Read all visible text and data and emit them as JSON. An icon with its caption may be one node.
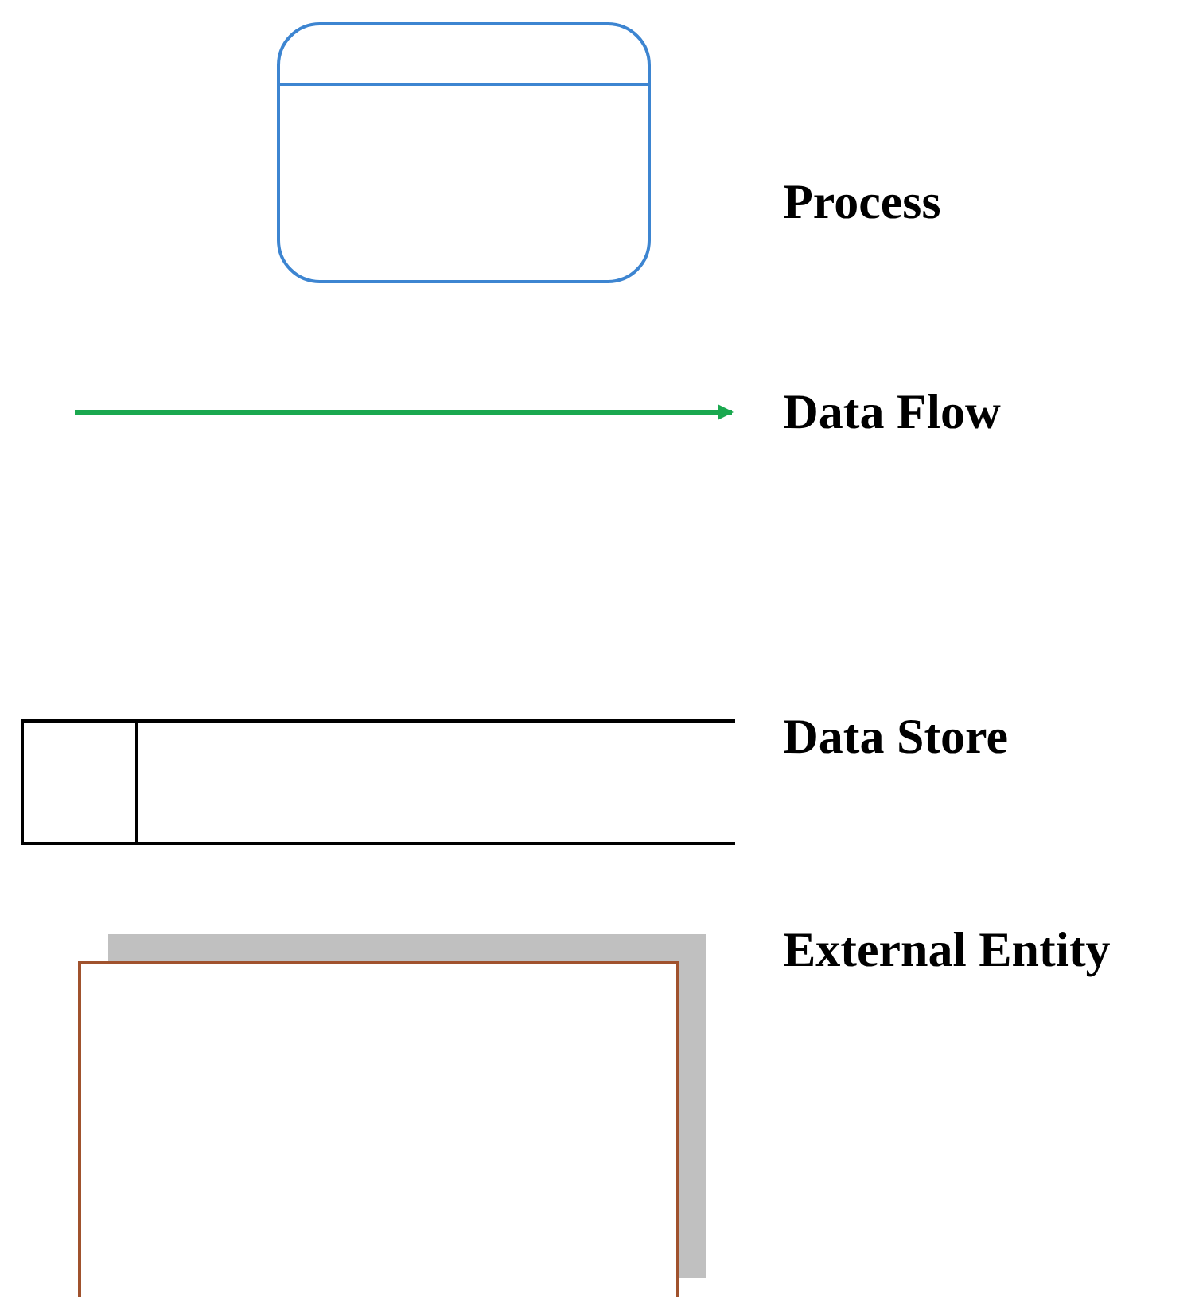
{
  "diagram": {
    "legend": [
      {
        "text": "Process"
      },
      {
        "text": "Data Flow"
      },
      {
        "text": "Data Store"
      },
      {
        "text": "External Entity"
      }
    ]
  }
}
